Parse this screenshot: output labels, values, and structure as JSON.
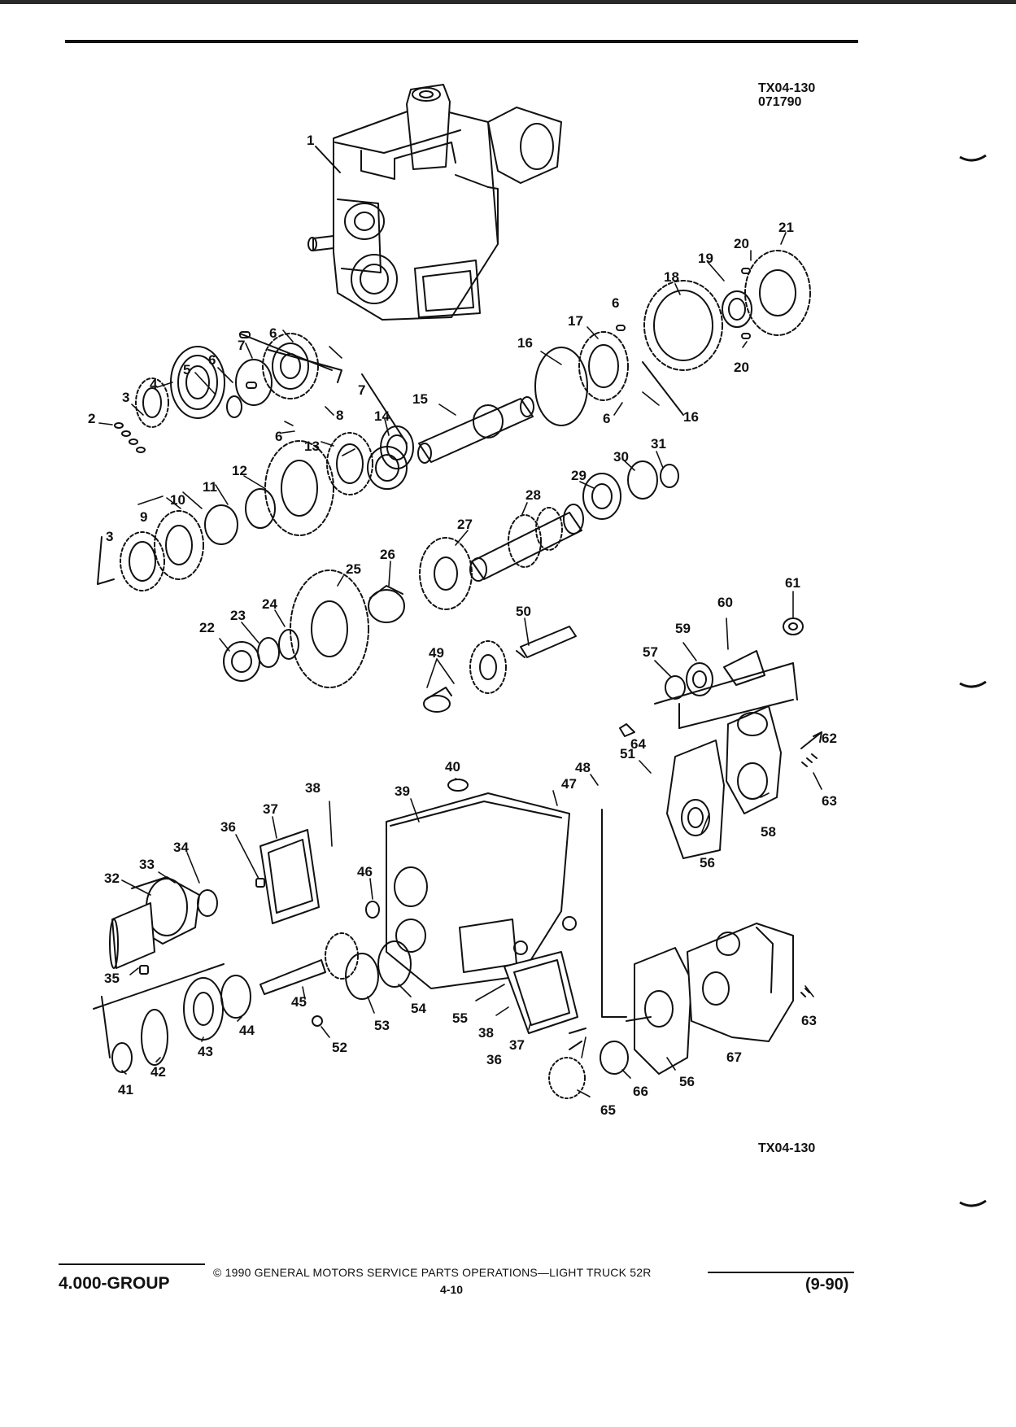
{
  "figure": {
    "code_top": "TX04-130",
    "date_code": "071790",
    "code_bottom": "TX04-130"
  },
  "callouts": [
    {
      "id": "c1",
      "text": "1"
    },
    {
      "id": "c2",
      "text": "2"
    },
    {
      "id": "c3a",
      "text": "3"
    },
    {
      "id": "c3b",
      "text": "3"
    },
    {
      "id": "c4",
      "text": "4"
    },
    {
      "id": "c5",
      "text": "5"
    },
    {
      "id": "c6a",
      "text": "6"
    },
    {
      "id": "c6b",
      "text": "6"
    },
    {
      "id": "c6c",
      "text": "6"
    },
    {
      "id": "c6d",
      "text": "6"
    },
    {
      "id": "c6e",
      "text": "6"
    },
    {
      "id": "c7a",
      "text": "7"
    },
    {
      "id": "c7b",
      "text": "7"
    },
    {
      "id": "c8",
      "text": "8"
    },
    {
      "id": "c9",
      "text": "9"
    },
    {
      "id": "c10",
      "text": "10"
    },
    {
      "id": "c11",
      "text": "11"
    },
    {
      "id": "c12",
      "text": "12"
    },
    {
      "id": "c13",
      "text": "13"
    },
    {
      "id": "c14",
      "text": "14"
    },
    {
      "id": "c15",
      "text": "15"
    },
    {
      "id": "c16a",
      "text": "16"
    },
    {
      "id": "c16b",
      "text": "16"
    },
    {
      "id": "c17",
      "text": "17"
    },
    {
      "id": "c18",
      "text": "18"
    },
    {
      "id": "c19",
      "text": "19"
    },
    {
      "id": "c20a",
      "text": "20"
    },
    {
      "id": "c20b",
      "text": "20"
    },
    {
      "id": "c21",
      "text": "21"
    },
    {
      "id": "c22",
      "text": "22"
    },
    {
      "id": "c23",
      "text": "23"
    },
    {
      "id": "c24",
      "text": "24"
    },
    {
      "id": "c25",
      "text": "25"
    },
    {
      "id": "c26",
      "text": "26"
    },
    {
      "id": "c27",
      "text": "27"
    },
    {
      "id": "c28",
      "text": "28"
    },
    {
      "id": "c29",
      "text": "29"
    },
    {
      "id": "c30",
      "text": "30"
    },
    {
      "id": "c31",
      "text": "31"
    },
    {
      "id": "c32",
      "text": "32"
    },
    {
      "id": "c33",
      "text": "33"
    },
    {
      "id": "c34",
      "text": "34"
    },
    {
      "id": "c35",
      "text": "35"
    },
    {
      "id": "c36a",
      "text": "36"
    },
    {
      "id": "c36b",
      "text": "36"
    },
    {
      "id": "c37a",
      "text": "37"
    },
    {
      "id": "c37b",
      "text": "37"
    },
    {
      "id": "c38a",
      "text": "38"
    },
    {
      "id": "c38b",
      "text": "38"
    },
    {
      "id": "c39",
      "text": "39"
    },
    {
      "id": "c40",
      "text": "40"
    },
    {
      "id": "c41",
      "text": "41"
    },
    {
      "id": "c42",
      "text": "42"
    },
    {
      "id": "c43",
      "text": "43"
    },
    {
      "id": "c44",
      "text": "44"
    },
    {
      "id": "c45",
      "text": "45"
    },
    {
      "id": "c46",
      "text": "46"
    },
    {
      "id": "c47",
      "text": "47"
    },
    {
      "id": "c48",
      "text": "48"
    },
    {
      "id": "c49",
      "text": "49"
    },
    {
      "id": "c50",
      "text": "50"
    },
    {
      "id": "c51",
      "text": "51"
    },
    {
      "id": "c52",
      "text": "52"
    },
    {
      "id": "c53",
      "text": "53"
    },
    {
      "id": "c54",
      "text": "54"
    },
    {
      "id": "c55",
      "text": "55"
    },
    {
      "id": "c56a",
      "text": "56"
    },
    {
      "id": "c56b",
      "text": "56"
    },
    {
      "id": "c57",
      "text": "57"
    },
    {
      "id": "c58",
      "text": "58"
    },
    {
      "id": "c59",
      "text": "59"
    },
    {
      "id": "c60",
      "text": "60"
    },
    {
      "id": "c61",
      "text": "61"
    },
    {
      "id": "c62",
      "text": "62"
    },
    {
      "id": "c63a",
      "text": "63"
    },
    {
      "id": "c63b",
      "text": "63"
    },
    {
      "id": "c64",
      "text": "64"
    },
    {
      "id": "c65",
      "text": "65"
    },
    {
      "id": "c66",
      "text": "66"
    },
    {
      "id": "c67",
      "text": "67"
    }
  ],
  "footer": {
    "group": "4.000-GROUP",
    "copyright": "© 1990 GENERAL MOTORS SERVICE PARTS OPERATIONS—LIGHT TRUCK 52R",
    "page": "4-10",
    "date": "(9-90)"
  },
  "colors": {
    "ink": "#111111",
    "paper": "#ffffff"
  }
}
